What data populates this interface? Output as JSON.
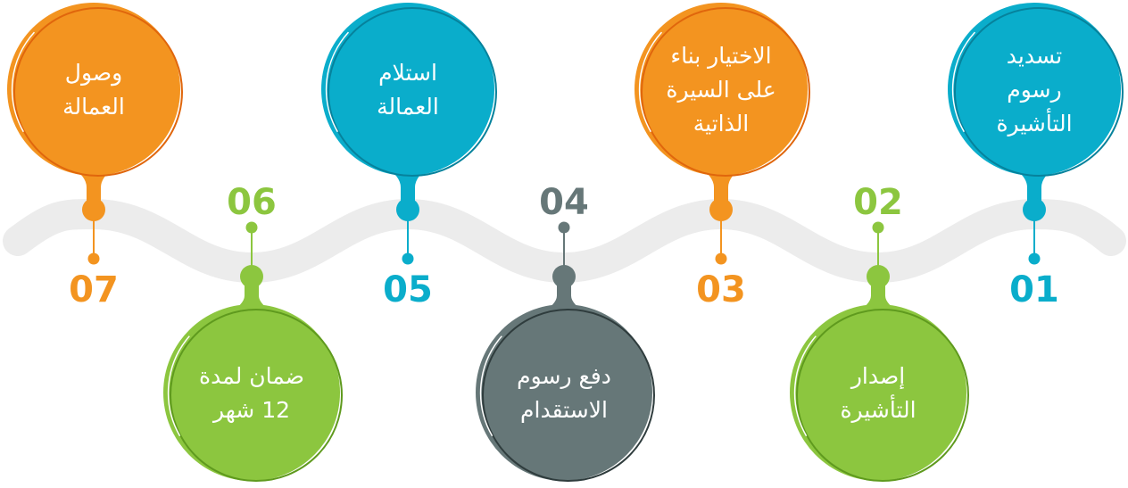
{
  "colors": {
    "teal": "#0aadcb",
    "teal_dark": "#06829c",
    "orange": "#f39420",
    "orange_dark": "#e0660c",
    "green": "#8cc63f",
    "green_dark": "#5f9a1e",
    "gray": "#667778",
    "gray_dark": "#2f3c3d",
    "wave": "#ececec"
  },
  "steps": [
    {
      "number": "01",
      "lines": [
        "تسديد",
        "رسوم",
        "التأشيرة"
      ],
      "color": "teal",
      "position": "top"
    },
    {
      "number": "02",
      "lines": [
        "إصدار",
        "التأشيرة"
      ],
      "color": "green",
      "position": "bottom"
    },
    {
      "number": "03",
      "lines": [
        "الاختيار بناء",
        "على السيرة",
        "الذاتية"
      ],
      "color": "orange",
      "position": "top"
    },
    {
      "number": "04",
      "lines": [
        "دفع رسوم",
        "الاستقدام"
      ],
      "color": "gray",
      "position": "bottom"
    },
    {
      "number": "05",
      "lines": [
        "استلام",
        "العمالة"
      ],
      "color": "teal",
      "position": "top"
    },
    {
      "number": "06",
      "lines": [
        "ضمان لمدة",
        "12 شهر"
      ],
      "color": "green",
      "position": "bottom"
    },
    {
      "number": "07",
      "lines": [
        "وصول",
        "العمالة"
      ],
      "color": "orange",
      "position": "top"
    }
  ]
}
